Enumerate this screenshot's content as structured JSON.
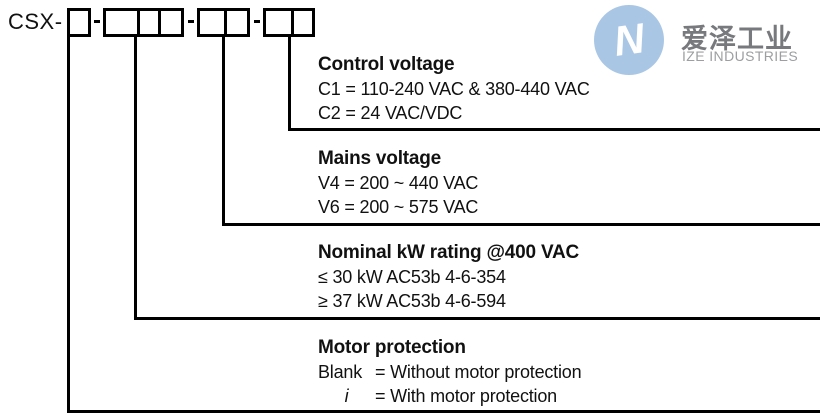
{
  "code": {
    "prefix": "CSX-",
    "separator": "-",
    "groups": [
      {
        "name": "motor-protection-digit",
        "cells": 1
      },
      {
        "name": "kw-rating-digits",
        "cells": 3
      },
      {
        "name": "mains-voltage-digits",
        "cells": 2
      },
      {
        "name": "control-voltage-digits",
        "cells": 2
      }
    ]
  },
  "sections": [
    {
      "title": "Control voltage",
      "rows": [
        "C1 = 110-240 VAC & 380-440 VAC",
        "C2 = 24 VAC/VDC"
      ]
    },
    {
      "title": "Mains voltage",
      "rows": [
        "V4 = 200 ~ 440 VAC",
        "V6 = 200 ~ 575 VAC"
      ]
    },
    {
      "title": "Nominal kW rating @400 VAC",
      "rows": [
        "≤ 30 kW AC53b 4-6-354",
        "≥ 37 kW AC53b 4-6-594"
      ]
    },
    {
      "title": "Motor protection",
      "rows": [
        {
          "label": "Blank",
          "text": "= Without motor protection",
          "italic": false
        },
        {
          "label": "i",
          "text": "= With motor protection",
          "italic": true
        }
      ]
    }
  ],
  "logo": {
    "cjk_name": "爱泽工业",
    "latin_name": "IZE INDUSTRIES",
    "icon_letter": "N",
    "colors": {
      "circle": "#a9c6e5",
      "icon": "#ffffff",
      "cjk_text": "#77797c",
      "latin_text": "#9c9ea1"
    }
  },
  "diagram_colors": {
    "line": "#000000",
    "text": "#111111",
    "background": "#ffffff"
  }
}
